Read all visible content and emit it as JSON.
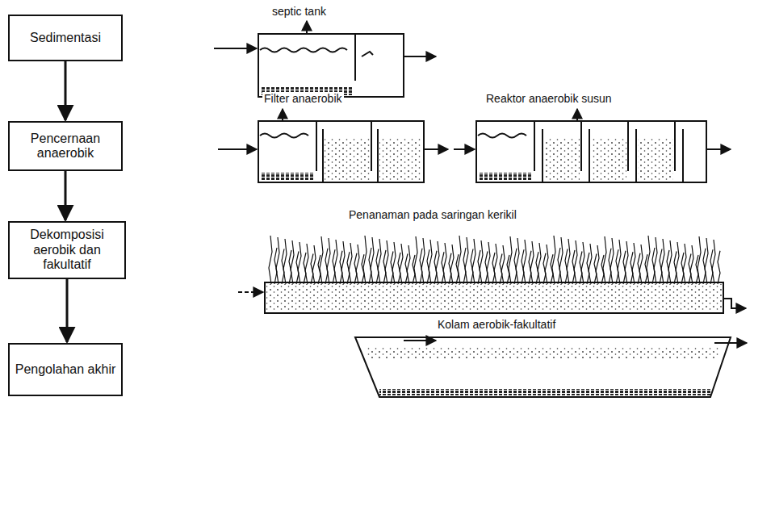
{
  "diagram": {
    "nodes": [
      {
        "text": [
          "Sedimentasi"
        ]
      },
      {
        "text": [
          "Pencernaan anaerobik"
        ]
      },
      {
        "text": [
          "Dekomposisi aerobik dan fakultatif"
        ]
      },
      {
        "text": [
          "Pengolahan akhir"
        ]
      }
    ],
    "edges": [
      {
        "from": 0,
        "to": 1,
        "arrow": "to"
      },
      {
        "from": 1,
        "to": 2,
        "arrow": "to"
      },
      {
        "from": 2,
        "to": 3,
        "arrow": "to"
      }
    ],
    "labels": [
      "septic tank",
      "Filter anaerobik",
      "Reaktor anaerobik susun",
      "Penanaman pada saringan kerikil",
      "Kolam aerobik-fakultatif"
    ]
  }
}
